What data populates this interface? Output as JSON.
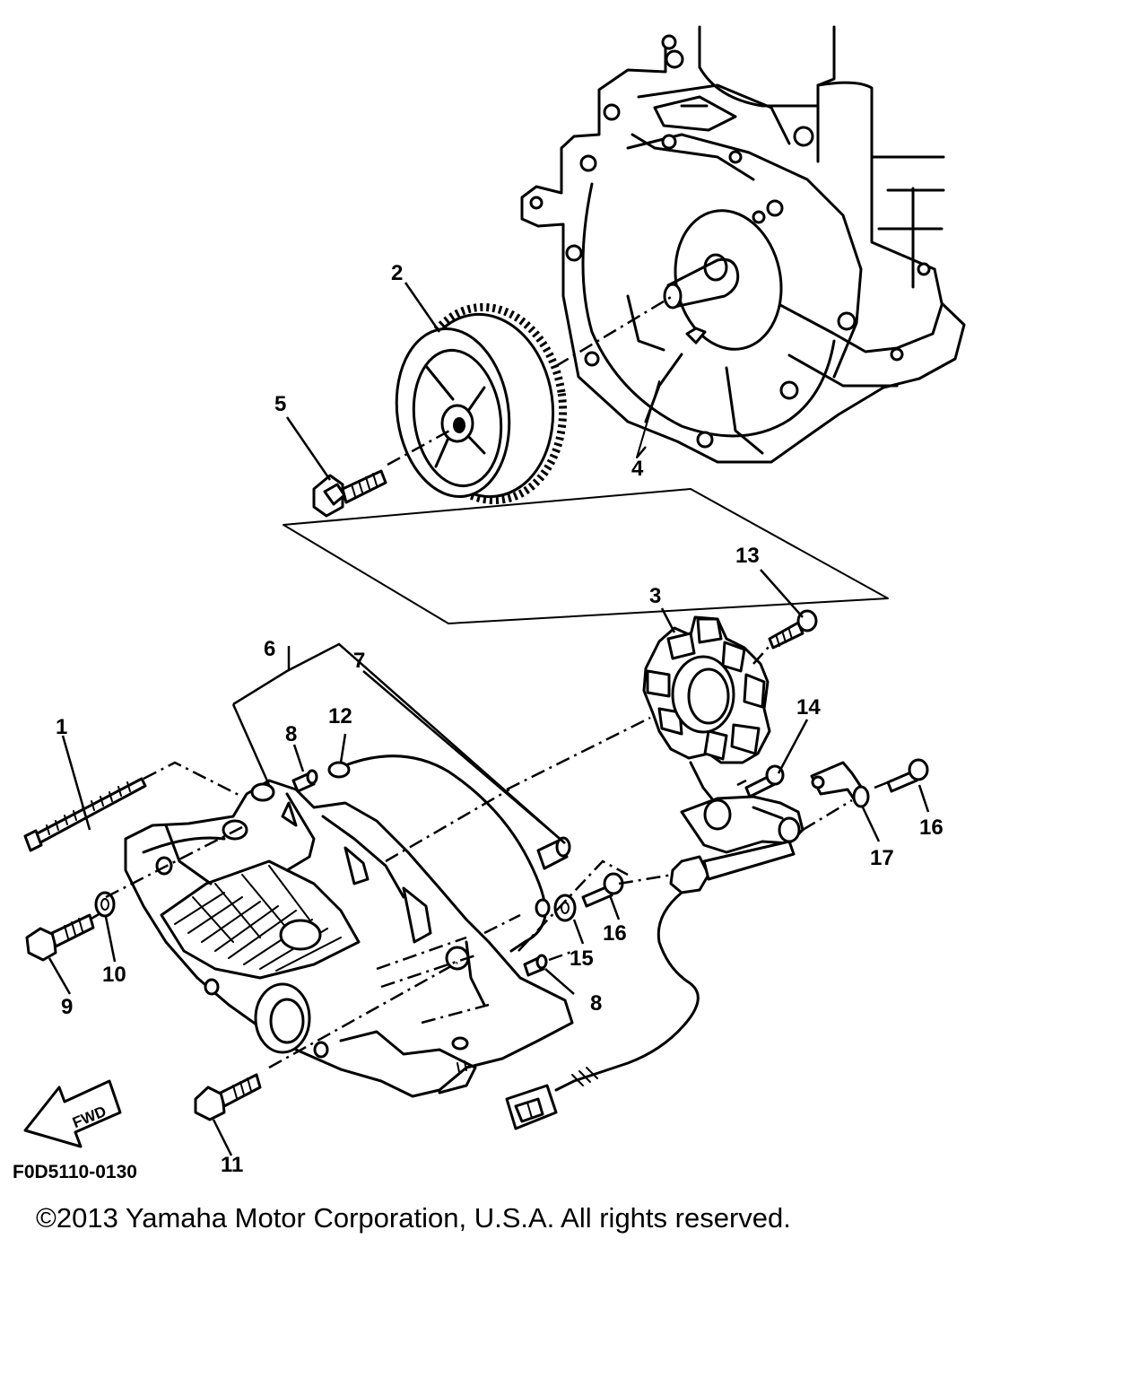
{
  "diagram": {
    "callouts": [
      {
        "id": "1",
        "label": "1"
      },
      {
        "id": "2",
        "label": "2"
      },
      {
        "id": "3",
        "label": "3"
      },
      {
        "id": "4",
        "label": "4"
      },
      {
        "id": "5",
        "label": "5"
      },
      {
        "id": "6",
        "label": "6"
      },
      {
        "id": "7",
        "label": "7"
      },
      {
        "id": "8a",
        "label": "8"
      },
      {
        "id": "8b",
        "label": "8"
      },
      {
        "id": "9",
        "label": "9"
      },
      {
        "id": "10",
        "label": "10"
      },
      {
        "id": "11",
        "label": "11"
      },
      {
        "id": "12",
        "label": "12"
      },
      {
        "id": "13",
        "label": "13"
      },
      {
        "id": "14",
        "label": "14"
      },
      {
        "id": "15",
        "label": "15"
      },
      {
        "id": "16a",
        "label": "16"
      },
      {
        "id": "16b",
        "label": "16"
      },
      {
        "id": "17",
        "label": "17"
      }
    ],
    "fwd_arrow_label": "FWD",
    "figure_code": "F0D5110-0130"
  },
  "copyright": "©2013 Yamaha Motor Corporation, U.S.A. All rights reserved."
}
